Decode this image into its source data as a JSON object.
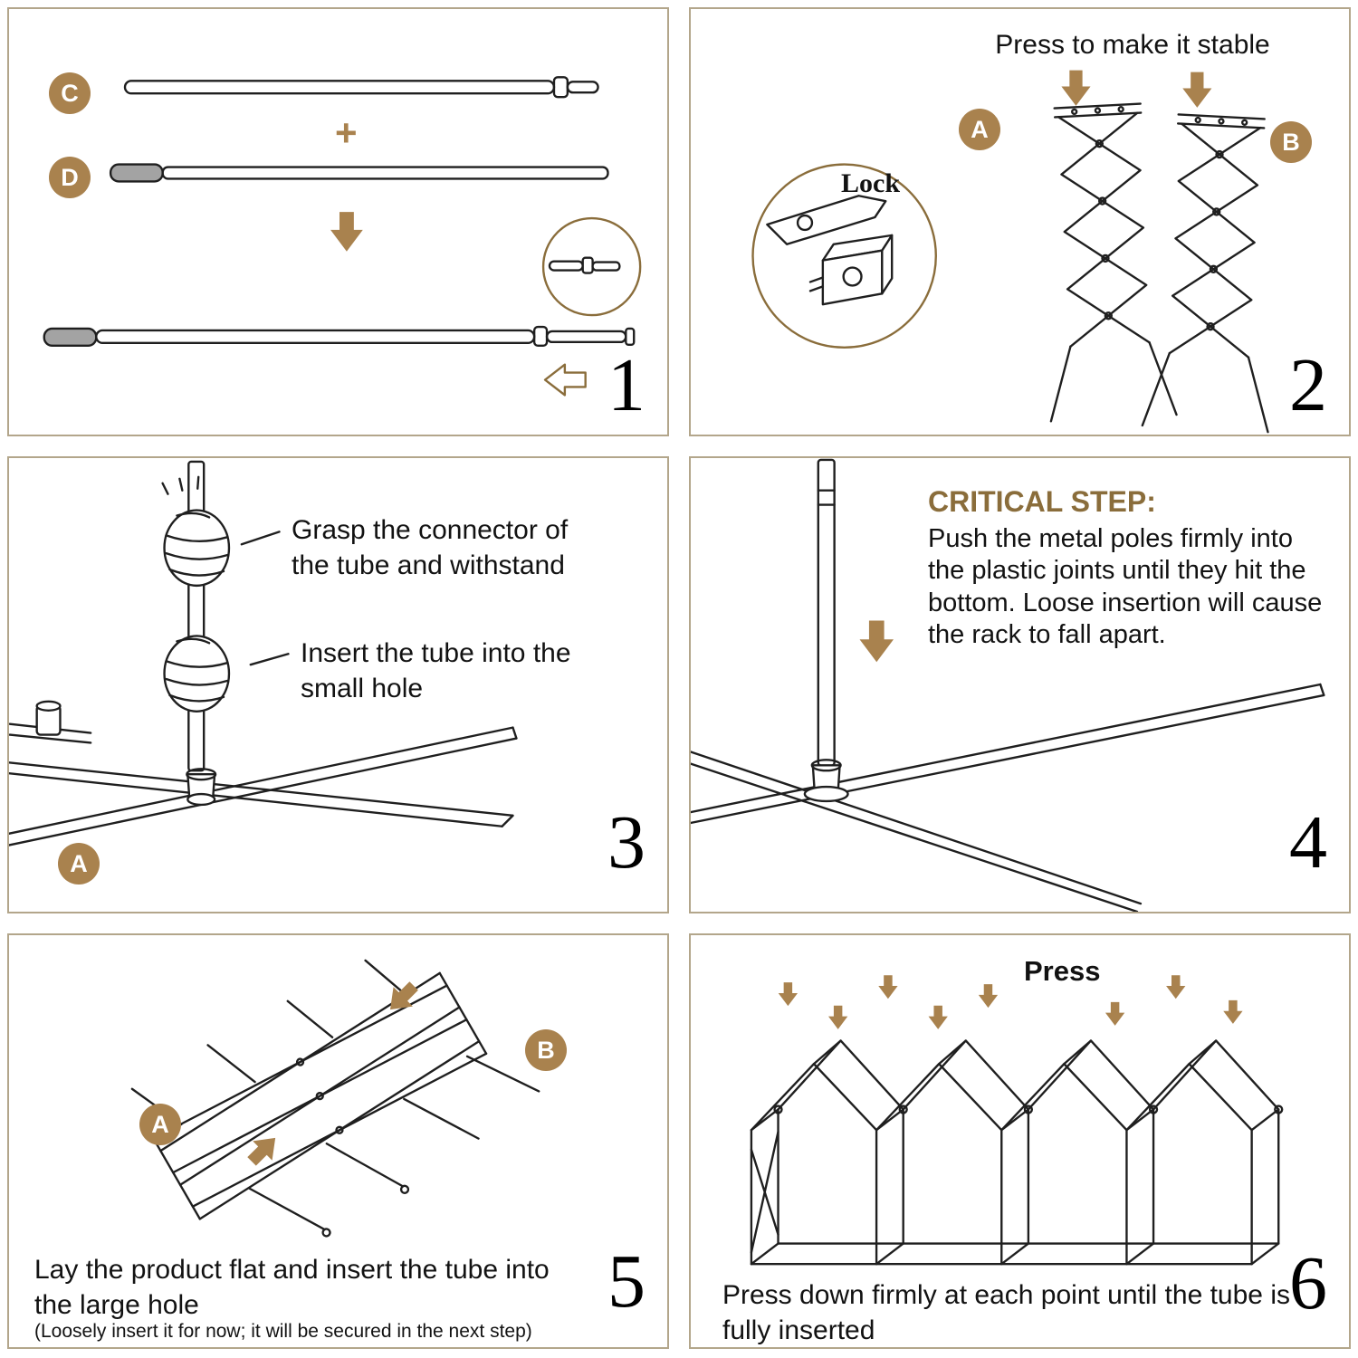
{
  "colors": {
    "accent": "#a9824e",
    "accent_dark": "#8a6d3b",
    "panel_border": "#b3a68b",
    "line": "#1f1f1f",
    "text": "#121212",
    "grip_gray": "#a3a3a3"
  },
  "step1": {
    "number": "1",
    "label_c": "C",
    "label_d": "D",
    "plus_sign": "+"
  },
  "step2": {
    "number": "2",
    "title": "Press to make it stable",
    "lock_label": "Lock",
    "label_a": "A",
    "label_b": "B"
  },
  "step3": {
    "number": "3",
    "annotation_grasp": "Grasp the connector of the tube and withstand",
    "annotation_insert": "Insert the tube into the small hole",
    "label_a": "A"
  },
  "step4": {
    "number": "4",
    "critical_title": "CRITICAL STEP:",
    "critical_body": "Push the metal poles firmly into the plastic joints until they hit the bottom. Loose insertion will cause the rack to fall apart."
  },
  "step5": {
    "number": "5",
    "label_a": "A",
    "label_b": "B",
    "caption": "Lay the product flat and insert the tube into the large hole",
    "note": "(Loosely insert it for now; it will be secured in the next step)"
  },
  "step6": {
    "number": "6",
    "press_label": "Press",
    "caption": "Press down firmly at each point until the tube is fully inserted"
  }
}
